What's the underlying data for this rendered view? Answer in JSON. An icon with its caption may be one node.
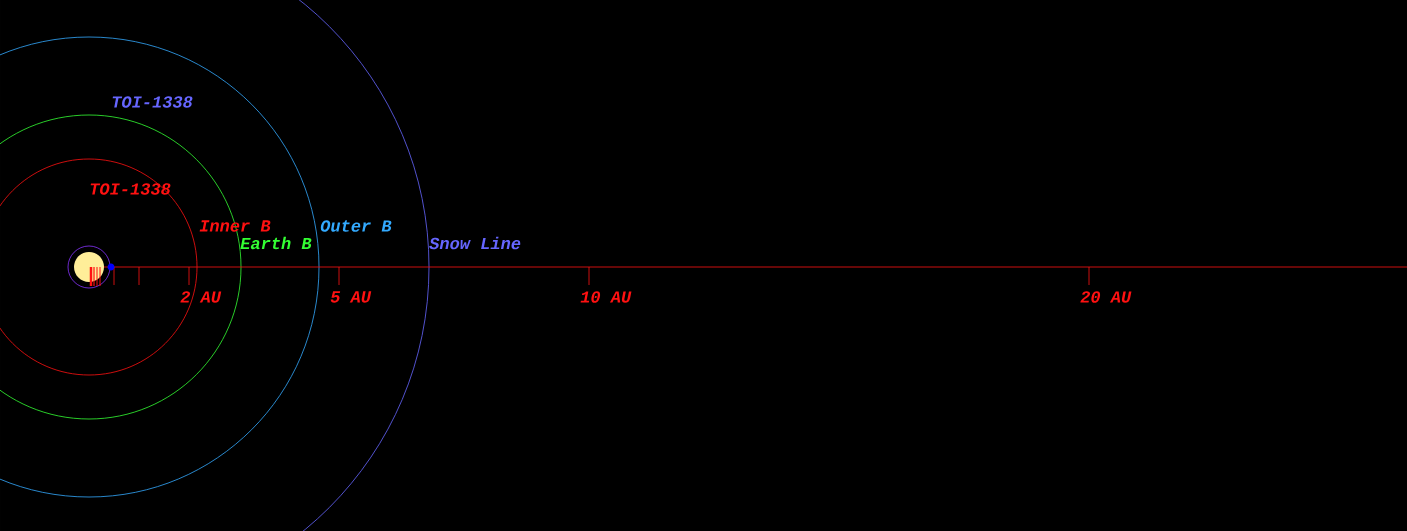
{
  "diagram": {
    "labels": [
      "TOI-1338",
      "TOI-1338",
      "Inner B",
      "Earth B",
      "Outer B",
      "Snow Line",
      "2 AU",
      "5 AU",
      "10 AU",
      "20 AU"
    ]
  }
}
